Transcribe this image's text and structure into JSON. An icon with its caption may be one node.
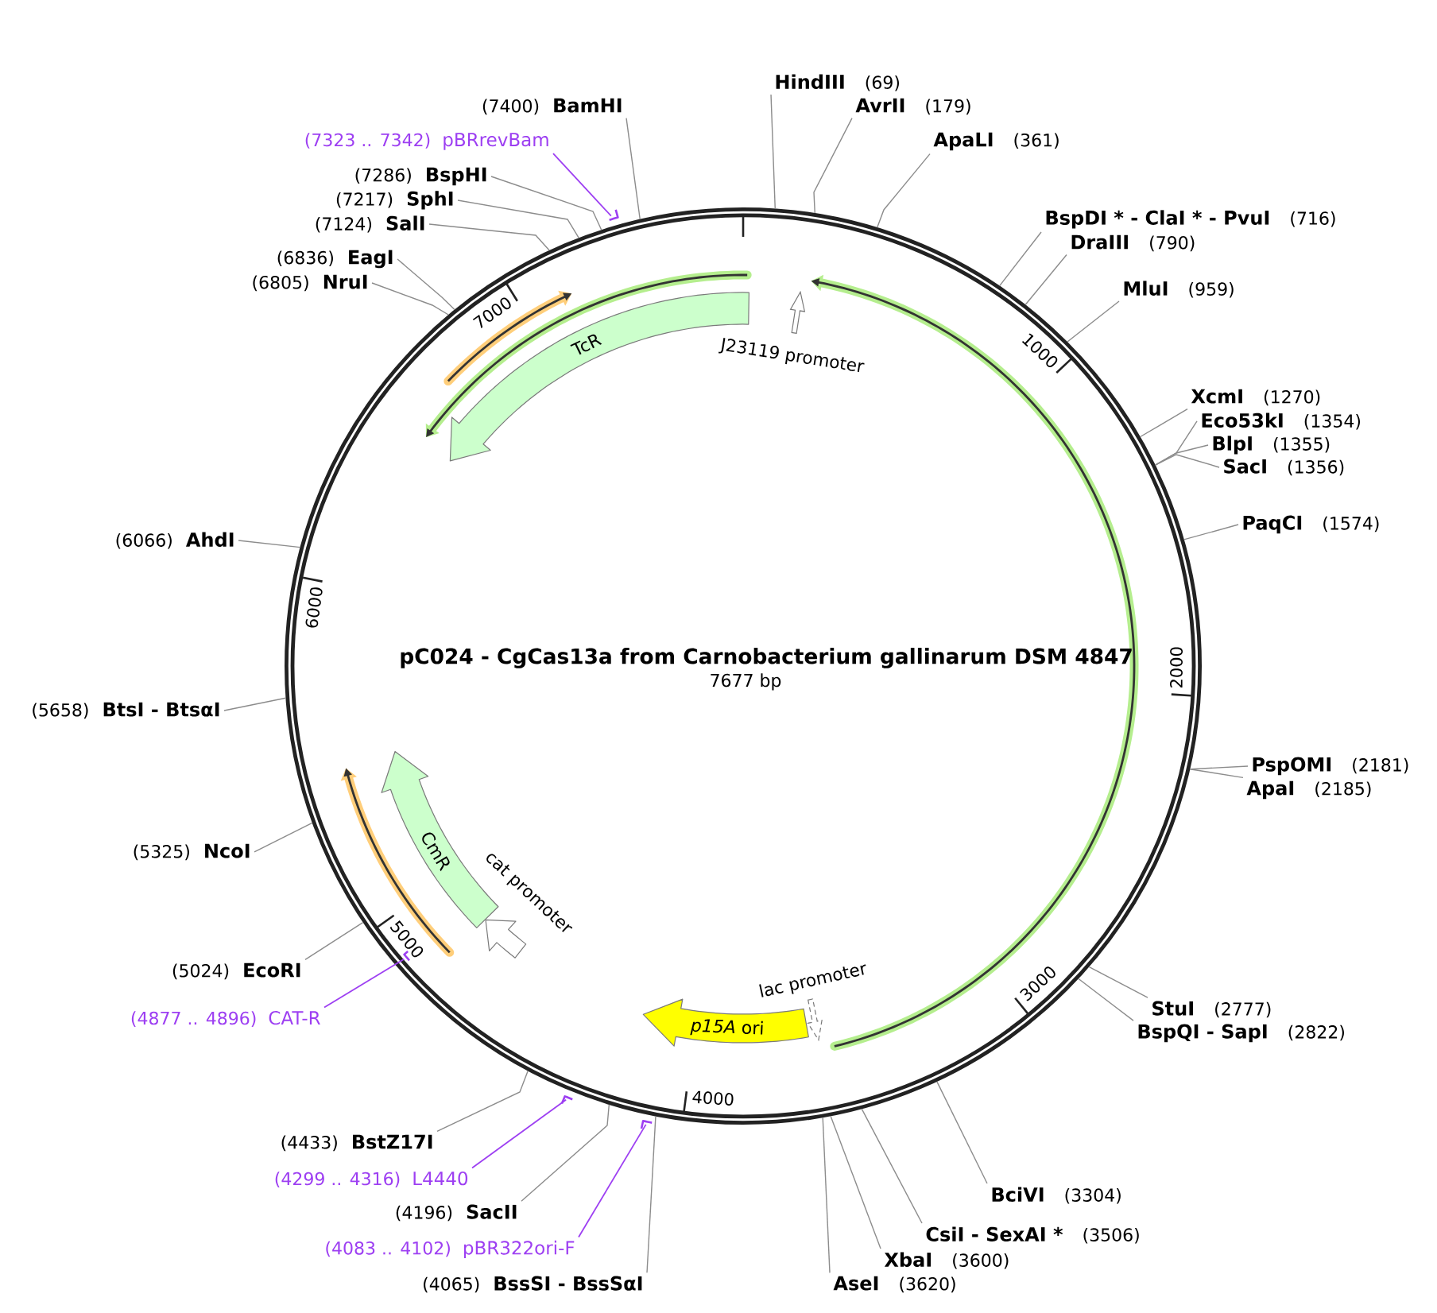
{
  "diagram": {
    "title": "pC024 - CgCas13a from Carnobacterium gallinarum DSM 4847",
    "nodes": [
      {
        "text": [],
        "shape": "circle"
      },
      {
        "text": [
          "TcR"
        ],
        "in": 0
      },
      {
        "text": [],
        "shape": "arrow",
        "beside": [
          "J23119 promoter"
        ],
        "in": 0
      },
      {
        "text": [
          "CmR"
        ],
        "in": 0
      },
      {
        "text": [],
        "shape": "arrow",
        "beside": [
          "cat promoter"
        ],
        "in": 0
      },
      {
        "text": [],
        "shape": "arrow",
        "beside": [
          "lac promoter"
        ],
        "in": 0
      },
      {
        "text": [
          "*p15A* ori"
        ],
        "in": 0
      },
      {
        "text": [
          "HindIII",
          "(69)"
        ]
      },
      {
        "text": [
          "AvrII",
          "(179)"
        ]
      },
      {
        "text": [
          "ApaLI",
          "(361)"
        ]
      },
      {
        "text": [
          "BspDI * - ClaI * - PvuI",
          "(716)"
        ]
      },
      {
        "text": [
          "DraIII",
          "(790)"
        ]
      },
      {
        "text": [
          "MluI",
          "(959)"
        ]
      },
      {
        "text": [
          "XcmI",
          "(1270)"
        ]
      },
      {
        "text": [
          "Eco53kI",
          "(1354)"
        ]
      },
      {
        "text": [
          "BlpI",
          "(1355)"
        ]
      },
      {
        "text": [
          "SacI",
          "(1356)"
        ]
      },
      {
        "text": [
          "PaqCI",
          "(1574)"
        ]
      },
      {
        "text": [
          "PspOMI",
          "(2181)"
        ]
      },
      {
        "text": [
          "ApaI",
          "(2185)"
        ]
      },
      {
        "text": [
          "StuI",
          "(2777)"
        ]
      },
      {
        "text": [
          "BspQI - SapI",
          "(2822)"
        ]
      },
      {
        "text": [
          "BciVI",
          "(3304)"
        ]
      },
      {
        "text": [
          "CsiI - SexAI *",
          "(3506)"
        ]
      },
      {
        "text": [
          "XbaI",
          "(3600)"
        ]
      },
      {
        "text": [
          "AseI",
          "(3620)"
        ]
      },
      {
        "text": [
          "(4065)",
          "BssSI - BssSαI"
        ]
      },
      {
        "text": [
          "(4083 .. 4102)",
          "pBR322ori-F"
        ]
      },
      {
        "text": [],
        "shape": "bar"
      },
      {
        "text": [
          "(4196)",
          "SacII"
        ]
      },
      {
        "text": [
          "(4299 .. 4316)",
          "L4440"
        ]
      },
      {
        "text": [],
        "shape": "bar"
      },
      {
        "text": [
          "(4433)",
          "BstZ17I"
        ]
      },
      {
        "text": [
          "(4877 .. 4896)",
          "CAT-R"
        ]
      },
      {
        "text": [],
        "shape": "bar",
        "in": 0
      },
      {
        "text": [
          "(5024)",
          "EcoRI"
        ]
      },
      {
        "text": [
          "(5325)",
          "NcoI"
        ]
      },
      {
        "text": [
          "(5658)",
          "BtsI - BtsαI"
        ]
      },
      {
        "text": [
          "(6066)",
          "AhdI"
        ]
      },
      {
        "text": [
          "(6805)",
          "NruI"
        ]
      },
      {
        "text": [
          "(6836)",
          "EagI"
        ]
      },
      {
        "text": [
          "(7124)",
          "SalI"
        ]
      },
      {
        "text": [
          "(7217)",
          "SphI"
        ]
      },
      {
        "text": [
          "(7286)",
          "BspHI"
        ]
      },
      {
        "text": [
          "(7323 .. 7342)",
          "pBRrevBam"
        ]
      },
      {
        "text": [],
        "shape": "bar"
      },
      {
        "text": [
          "(7400)",
          "BamHI"
        ]
      }
    ],
    "edges": [
      {
        "from": 7,
        "to": 0,
        "arrow": "none"
      },
      {
        "from": 8,
        "to": 0,
        "arrow": "none"
      },
      {
        "from": 9,
        "to": 0,
        "arrow": "none"
      },
      {
        "from": 10,
        "to": 0,
        "arrow": "none"
      },
      {
        "from": 11,
        "to": 0,
        "arrow": "none"
      },
      {
        "from": 12,
        "to": 0,
        "arrow": "none"
      },
      {
        "from": 13,
        "to": 0,
        "arrow": "none"
      },
      {
        "from": 14,
        "to": 0,
        "arrow": "none"
      },
      {
        "from": 15,
        "to": 0,
        "arrow": "none"
      },
      {
        "from": 16,
        "to": 0,
        "arrow": "none"
      },
      {
        "from": 17,
        "to": 0,
        "arrow": "none"
      },
      {
        "from": 18,
        "to": 0,
        "arrow": "none"
      },
      {
        "from": 19,
        "to": 0,
        "arrow": "none"
      },
      {
        "from": 20,
        "to": 0,
        "arrow": "none"
      },
      {
        "from": 21,
        "to": 0,
        "arrow": "none"
      },
      {
        "from": 22,
        "to": 0,
        "arrow": "none"
      },
      {
        "from": 23,
        "to": 0,
        "arrow": "none"
      },
      {
        "from": 24,
        "to": 0,
        "arrow": "none"
      },
      {
        "from": 25,
        "to": 0,
        "arrow": "none"
      },
      {
        "from": 26,
        "to": 0,
        "arrow": "none"
      },
      {
        "from": 27,
        "to": 28,
        "arrow": "none",
        "color": "#9d3ff2"
      },
      {
        "from": 29,
        "to": 0,
        "arrow": "none"
      },
      {
        "from": 30,
        "to": 31,
        "arrow": "none",
        "color": "#9d3ff2"
      },
      {
        "from": 32,
        "to": 0,
        "arrow": "none"
      },
      {
        "from": 33,
        "to": 34,
        "arrow": "none",
        "color": "#9d3ff2"
      },
      {
        "from": 35,
        "to": 0,
        "arrow": "none"
      },
      {
        "from": 36,
        "to": 0,
        "arrow": "none"
      },
      {
        "from": 37,
        "to": 0,
        "arrow": "none"
      },
      {
        "from": 38,
        "to": 0,
        "arrow": "none"
      },
      {
        "from": 39,
        "to": 0,
        "arrow": "none"
      },
      {
        "from": 40,
        "to": 0,
        "arrow": "none"
      },
      {
        "from": 41,
        "to": 0,
        "arrow": "none"
      },
      {
        "from": 42,
        "to": 0,
        "arrow": "none"
      },
      {
        "from": 43,
        "to": 0,
        "arrow": "none"
      },
      {
        "from": 44,
        "to": 45,
        "arrow": "none",
        "color": "#9d3ff2"
      },
      {
        "from": 46,
        "to": 0,
        "arrow": "none"
      }
    ],
    "labels": [
      "7000",
      "1000",
      "6000",
      "2000",
      "7677 bp",
      "5000",
      "3000",
      "4000"
    ]
  }
}
